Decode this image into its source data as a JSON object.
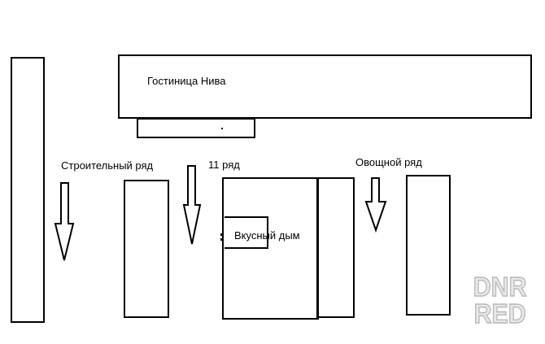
{
  "labels": {
    "hotel": "Гостиница Нива",
    "building_row": "Строительный ряд",
    "row_11": "11 ряд",
    "vegetable_row": "Овощной ряд",
    "shop": "Вкусный дым"
  },
  "watermark": {
    "line1": "DNR",
    "line2": "RED"
  },
  "colors": {
    "stroke": "#000000",
    "background": "#ffffff",
    "watermark_fill": "#e8e8e8",
    "watermark_outline": "#b8b8b8"
  },
  "icons": [
    "down-arrow-icon"
  ]
}
